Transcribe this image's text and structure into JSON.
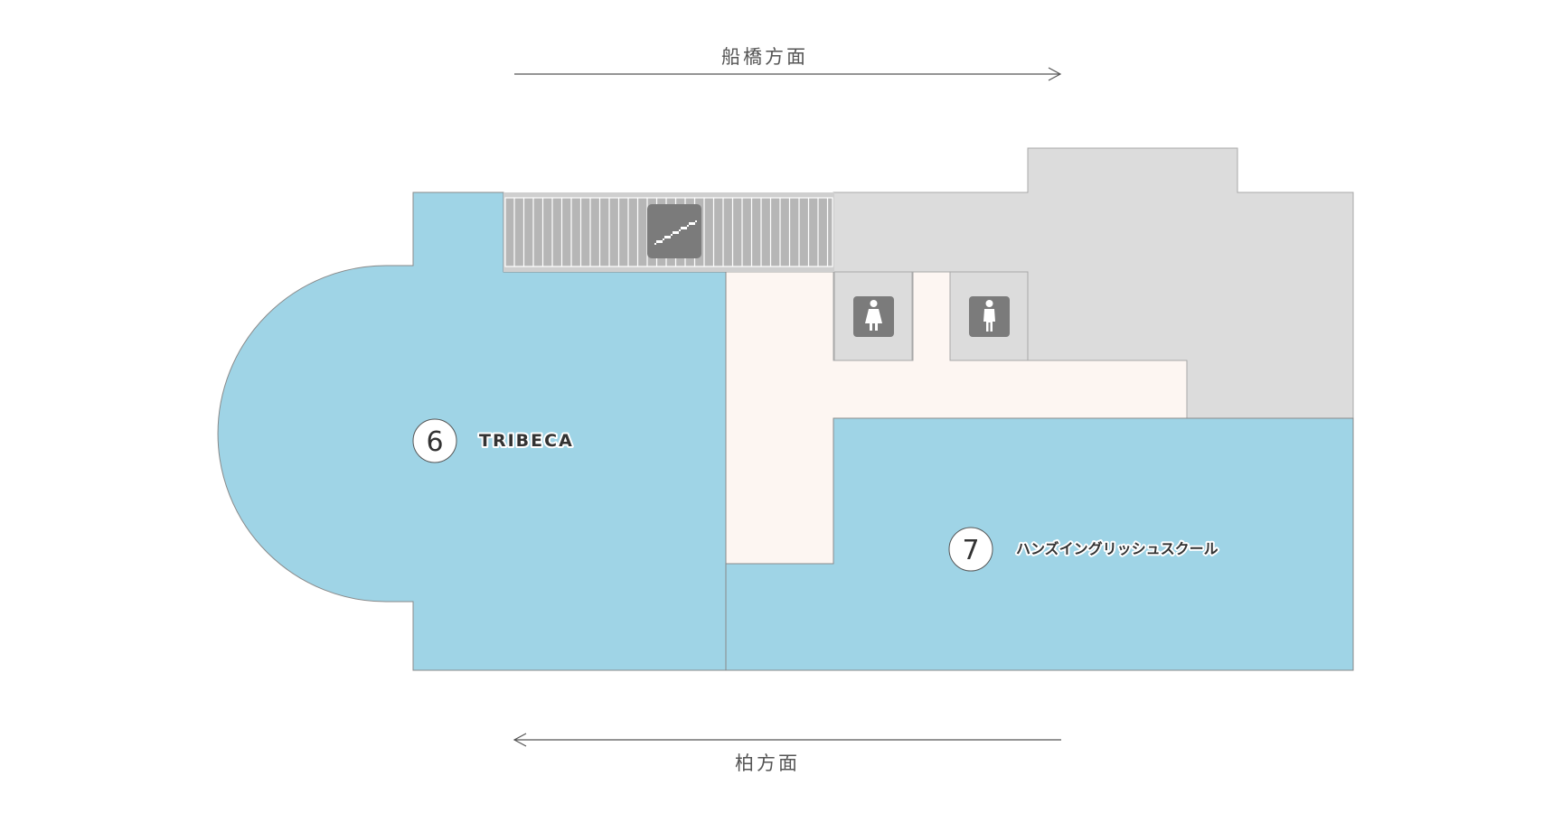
{
  "directions": {
    "top": "船橋方面",
    "bottom": "柏方面"
  },
  "shops": [
    {
      "number": "6",
      "name": "TRIBECA"
    },
    {
      "number": "7",
      "name": "ハンズイングリッシュスクール"
    }
  ],
  "facilities": {
    "stairs": "stairs-icon",
    "womens_restroom": "female-restroom-icon",
    "mens_restroom": "male-restroom-icon"
  },
  "colors": {
    "shop_area": "#9fd4e6",
    "common_area": "#fdf6f2",
    "service_area": "#dcdcdc",
    "icon_tile": "#7b7b7b",
    "outline": "#a8a8a8"
  }
}
